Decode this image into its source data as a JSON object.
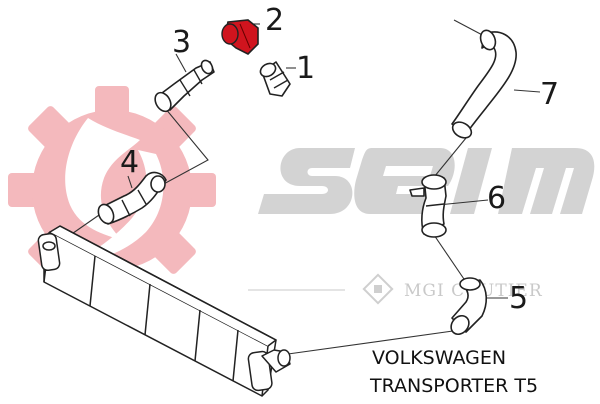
{
  "watermark": {
    "logo_text": "SEIM",
    "brand_text": "MGI COUTIER",
    "gear_color": "#f4b9bd",
    "letters_color": "#d3d3d3"
  },
  "callouts": [
    {
      "id": "1",
      "label": "1"
    },
    {
      "id": "2",
      "label": "2"
    },
    {
      "id": "3",
      "label": "3"
    },
    {
      "id": "4",
      "label": "4"
    },
    {
      "id": "5",
      "label": "5"
    },
    {
      "id": "6",
      "label": "6"
    },
    {
      "id": "7",
      "label": "7"
    }
  ],
  "highlight": {
    "part": "2",
    "color": "#d0141e"
  },
  "caption": {
    "line1": "VOLKSWAGEN",
    "line2": "TRANSPORTER T5"
  }
}
